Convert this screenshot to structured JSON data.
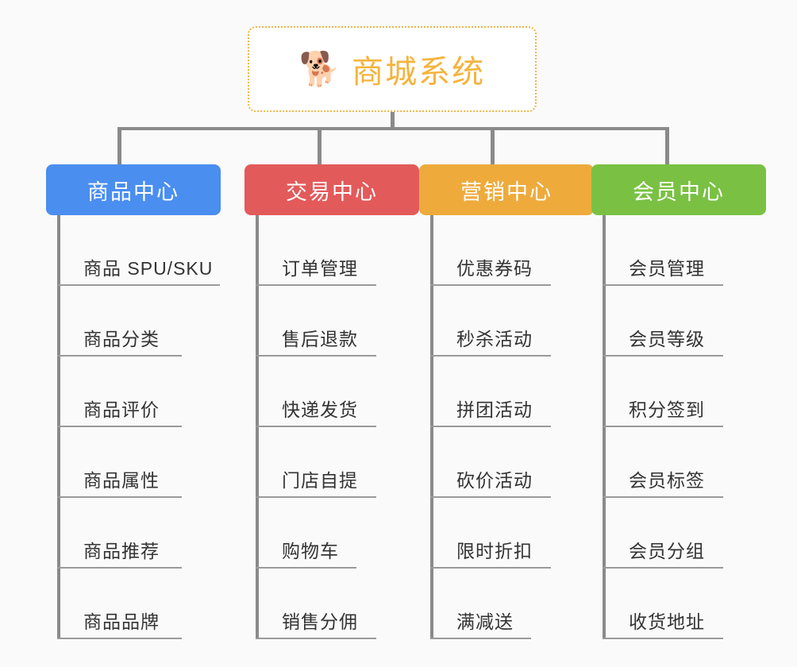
{
  "diagram": {
    "title": "商城系统",
    "type": "mindmap-tree",
    "background_color": "#fafafa"
  },
  "root": {
    "label": "商城系统",
    "icon": "shiba-dog-face-emoji",
    "emoji": "🐕",
    "text_color": "#f5b33c",
    "border_color": "#f2b544",
    "fill_color": "#ffffff"
  },
  "branches": [
    {
      "label": "商品中心",
      "color": "#4a8ef0",
      "items": [
        {
          "label": "商品 SPU/SKU",
          "underline_width": 205
        },
        {
          "label": "商品分类",
          "underline_width": 157
        },
        {
          "label": "商品评价",
          "underline_width": 157
        },
        {
          "label": "商品属性",
          "underline_width": 157
        },
        {
          "label": "商品推荐",
          "underline_width": 157
        },
        {
          "label": "商品品牌",
          "underline_width": 157
        }
      ]
    },
    {
      "label": "交易中心",
      "color": "#e35a5a",
      "items": [
        {
          "label": "订单管理",
          "underline_width": 152
        },
        {
          "label": "售后退款",
          "underline_width": 152
        },
        {
          "label": "快递发货",
          "underline_width": 152
        },
        {
          "label": "门店自提",
          "underline_width": 152
        },
        {
          "label": "购物车",
          "underline_width": 127
        },
        {
          "label": "销售分佣",
          "underline_width": 152
        }
      ]
    },
    {
      "label": "营销中心",
      "color": "#eeab3c",
      "items": [
        {
          "label": "优惠券码",
          "underline_width": 152
        },
        {
          "label": "秒杀活动",
          "underline_width": 152
        },
        {
          "label": "拼团活动",
          "underline_width": 152
        },
        {
          "label": "砍价活动",
          "underline_width": 152
        },
        {
          "label": "限时折扣",
          "underline_width": 152
        },
        {
          "label": "满减送",
          "underline_width": 127
        }
      ]
    },
    {
      "label": "会员中心",
      "color": "#7ac143",
      "items": [
        {
          "label": "会员管理",
          "underline_width": 152
        },
        {
          "label": "会员等级",
          "underline_width": 152
        },
        {
          "label": "积分签到",
          "underline_width": 152
        },
        {
          "label": "会员标签",
          "underline_width": 152
        },
        {
          "label": "会员分组",
          "underline_width": 152
        },
        {
          "label": "收货地址",
          "underline_width": 152
        }
      ]
    }
  ],
  "layout": {
    "column_left_positions": [
      58,
      308,
      528,
      745
    ],
    "drop_line_positions": [
      148,
      400,
      618,
      838
    ],
    "connector_color": "#8a8a8a",
    "underline_color": "#9a9a9a"
  }
}
